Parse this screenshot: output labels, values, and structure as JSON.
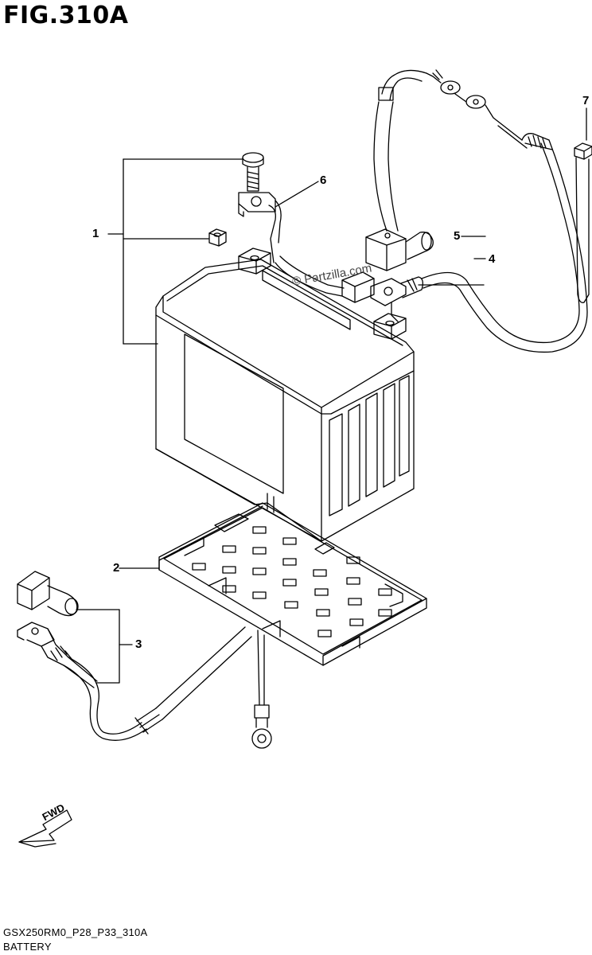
{
  "figure": {
    "title": "FIG.310A",
    "watermark": "© Partzilla.com",
    "footer_code": "GSX250RM0_P28_P33_310A",
    "footer_name": "BATTERY",
    "fwd_label": "FWD"
  },
  "callouts": [
    {
      "id": "1",
      "label": "1"
    },
    {
      "id": "2",
      "label": "2"
    },
    {
      "id": "3",
      "label": "3"
    },
    {
      "id": "4",
      "label": "4"
    },
    {
      "id": "5",
      "label": "5"
    },
    {
      "id": "6",
      "label": "6"
    },
    {
      "id": "7",
      "label": "7"
    }
  ]
}
